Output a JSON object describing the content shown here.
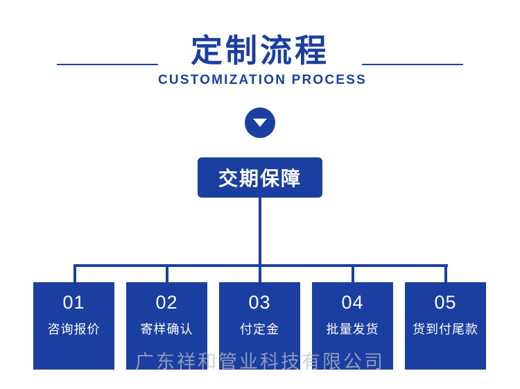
{
  "header": {
    "title_cn": "定制流程",
    "title_en": "CUSTOMIZATION PROCESS",
    "rule_color": "#1b3fa0"
  },
  "arrow": {
    "icon": "triangle-down-icon"
  },
  "top_node": {
    "label": "交期保障"
  },
  "steps": [
    {
      "num": "01",
      "label": "咨询报价"
    },
    {
      "num": "02",
      "label": "寄样确认"
    },
    {
      "num": "03",
      "label": "付定金"
    },
    {
      "num": "04",
      "label": "批量发货"
    },
    {
      "num": "05",
      "label": "货到付尾款"
    }
  ],
  "watermark": {
    "text": "广东祥和管业科技有限公司"
  },
  "colors": {
    "brand_blue": "#1b3fa0",
    "background": "#ffffff",
    "watermark_gray": "#b9bec9"
  }
}
